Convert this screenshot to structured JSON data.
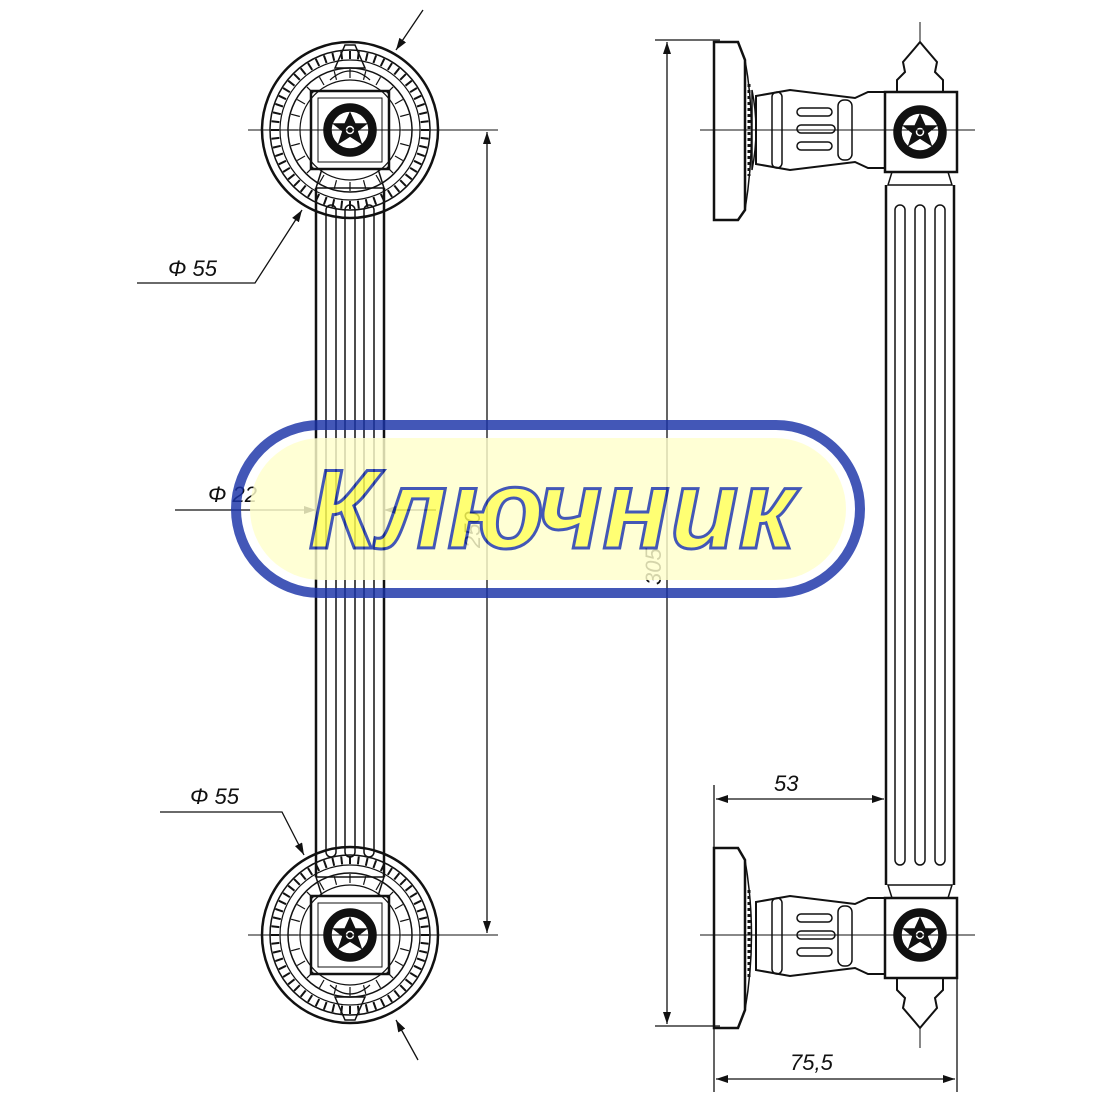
{
  "watermark": {
    "text": "Ключник",
    "text_color": "#ffff55",
    "outline_color": "#1a33a8",
    "fill_color": "#ffffcc"
  },
  "front_view": {
    "top_rosette_diameter": "Φ 55",
    "bottom_rosette_diameter": "Φ 55",
    "bar_diameter": "Φ 22",
    "center_distance": "250"
  },
  "side_view": {
    "overall_length": "305",
    "projection": "53",
    "overall_depth": "75,5"
  },
  "colors": {
    "line": "#111111",
    "background": "#ffffff"
  }
}
